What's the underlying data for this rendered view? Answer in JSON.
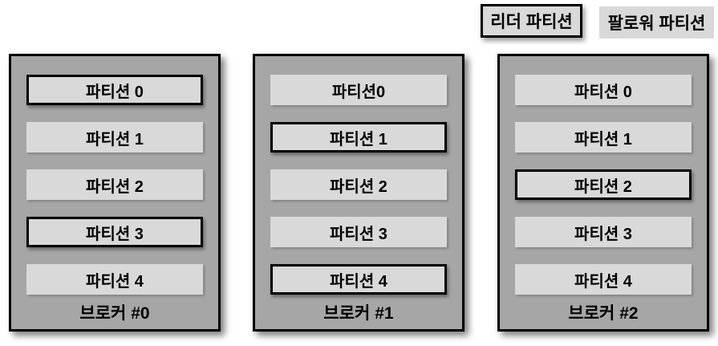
{
  "legend": {
    "leader_label": "리더 파티션",
    "follower_label": "팔로워 파티션"
  },
  "colors": {
    "broker_fill": "#a6a6a6",
    "partition_fill": "#d9d9d9",
    "border_color": "#000000",
    "background": "#ffffff",
    "text_color": "#000000"
  },
  "brokers": [
    {
      "label": "브로커 #0",
      "partitions": [
        {
          "label": "파티션 0",
          "role": "leader"
        },
        {
          "label": "파티션 1",
          "role": "follower"
        },
        {
          "label": "파티션 2",
          "role": "follower"
        },
        {
          "label": "파티션 3",
          "role": "leader"
        },
        {
          "label": "파티션 4",
          "role": "follower"
        }
      ]
    },
    {
      "label": "브로커 #1",
      "partitions": [
        {
          "label": "파티션0",
          "role": "follower"
        },
        {
          "label": "파티션 1",
          "role": "leader"
        },
        {
          "label": "파티션 2",
          "role": "follower"
        },
        {
          "label": "파티션 3",
          "role": "follower"
        },
        {
          "label": "파티션 4",
          "role": "leader"
        }
      ]
    },
    {
      "label": "브로커 #2",
      "partitions": [
        {
          "label": "파티션 0",
          "role": "follower"
        },
        {
          "label": "파티션 1",
          "role": "follower"
        },
        {
          "label": "파티션 2",
          "role": "leader"
        },
        {
          "label": "파티션 3",
          "role": "follower"
        },
        {
          "label": "파티션 4",
          "role": "follower"
        }
      ]
    }
  ]
}
